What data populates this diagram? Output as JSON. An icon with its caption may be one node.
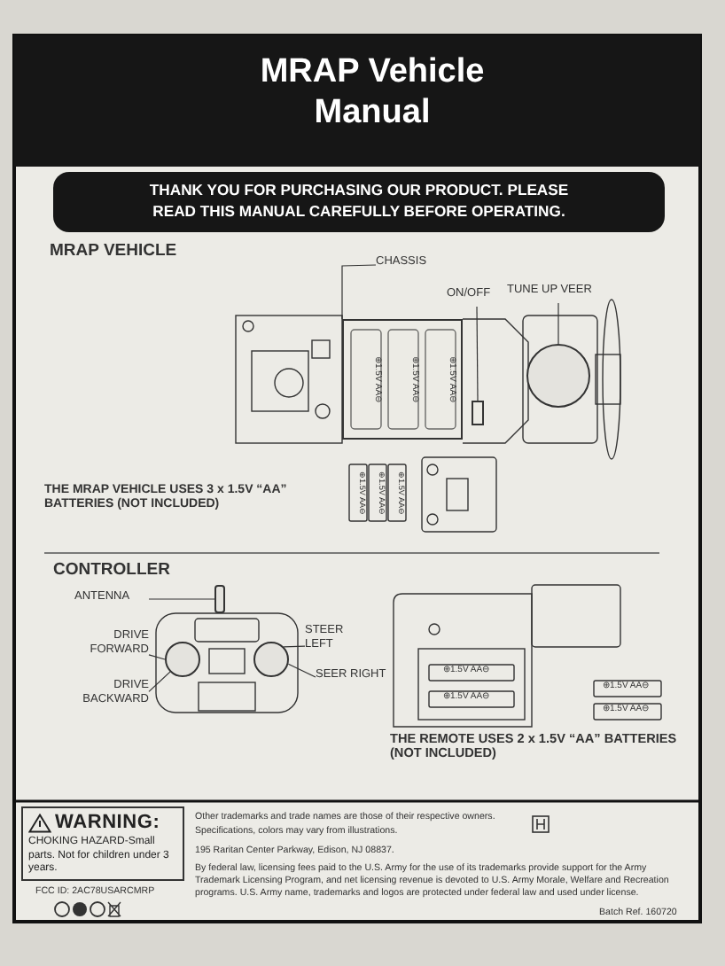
{
  "diagram": {
    "title": "MRAP Vehicle Manual",
    "nodes": [
      {
        "text": [
          "THANK YOU FOR PURCHASING OUR PRODUCT. PLEASE READ THIS MANUAL CAREFULLY BEFORE OPERATING."
        ]
      },
      {
        "text": [
          "CHASSIS"
        ]
      },
      {
        "text": [
          "ON/OFF"
        ]
      },
      {
        "text": [
          "TUNE UP VEER"
        ]
      },
      {
        "text": [],
        "shape": "box"
      },
      {
        "text": [],
        "shape": "box"
      },
      {
        "text": [],
        "shape": "circle"
      },
      {
        "text": [
          "ANTENNA"
        ]
      },
      {
        "text": [
          "DRIVE FORWARD"
        ]
      },
      {
        "text": [
          "DRIVE BACKWARD"
        ]
      },
      {
        "text": [
          "STEER LEFT"
        ]
      },
      {
        "text": [
          "SEER RIGHT"
        ]
      },
      {
        "text": [],
        "shape": "bar"
      },
      {
        "text": [],
        "shape": "circle"
      },
      {
        "text": [],
        "shape": "circle"
      },
      {
        "text": [
          "WARNING:",
          "CHOKING HAZARD-Small parts. Not for children under 3 years."
        ]
      }
    ],
    "edges": [
      {
        "from": 1,
        "to": 4,
        "arrow": "none"
      },
      {
        "from": 2,
        "to": 5,
        "arrow": "none"
      },
      {
        "from": 3,
        "to": 6,
        "arrow": "none"
      },
      {
        "from": 7,
        "to": 12,
        "arrow": "none"
      },
      {
        "from": 8,
        "to": 13,
        "arrow": "none"
      },
      {
        "from": 9,
        "to": 13,
        "arrow": "none"
      },
      {
        "from": 10,
        "to": 14,
        "arrow": "none"
      },
      {
        "from": 11,
        "to": 14,
        "arrow": "none"
      }
    ],
    "labels": [
      "MRAP VEHICLE",
      "⊕1.5V AA⊖",
      "⊕1.5V AA⊖",
      "⊕1.5V AA⊖",
      "⊕1.5V AA⊖",
      "⊕1.5V AA⊖",
      "⊕1.5V AA⊖",
      "THE MRAP VEHICLE USES 3 x 1.5V “AA” BATTERIES (NOT INCLUDED)",
      "CONTROLLER",
      "⊕1.5V AA⊖",
      "⊕1.5V AA⊖",
      "⊕1.5V AA⊖",
      "⊕1.5V AA⊖",
      "THE REMOTE USES 2 x 1.5V “AA” BATTERIES (NOT INCLUDED)",
      "Other trademarks and trade names are those of their respective owners.",
      "Specifications, colors may vary from illustrations.",
      "195 Raritan Center Parkway, Edison, NJ 08837.",
      "By federal law, licensing fees paid to the U.S. Army for the use of its trademarks provide support for the Army Trademark Licensing Program, and net licensing revenue is devoted to U.S. Army Morale, Welfare and Recreation programs. U.S. Army name, trademarks and logos are protected under federal law and used under license.",
      "Batch Ref. 160720",
      "FCC ID: 2AC78USARCMRP"
    ]
  }
}
